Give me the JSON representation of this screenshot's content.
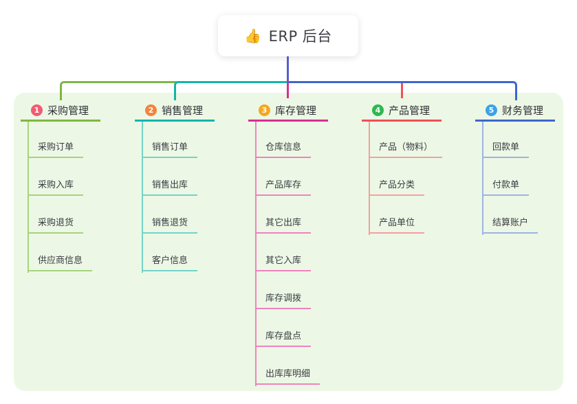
{
  "root": {
    "label": "ERP 后台",
    "icon": "👍"
  },
  "panel": {
    "background": "#ecf8e5"
  },
  "root_line_color": "#575cd1",
  "branches": [
    {
      "index": "1",
      "label": "采购管理",
      "badge_color": "#f25c73",
      "line_color": "#7eb73f",
      "child_line_color": "#a6d37c",
      "children": [
        "采购订单",
        "采购入库",
        "采购退货",
        "供应商信息"
      ]
    },
    {
      "index": "2",
      "label": "销售管理",
      "badge_color": "#f5823d",
      "line_color": "#13b5a9",
      "child_line_color": "#74d2c8",
      "children": [
        "销售订单",
        "销售出库",
        "销售退货",
        "客户信息"
      ]
    },
    {
      "index": "3",
      "label": "库存管理",
      "badge_color": "#f3a723",
      "line_color": "#d62f90",
      "child_line_color": "#ef82bd",
      "children": [
        "仓库信息",
        "产品库存",
        "其它出库",
        "其它入库",
        "库存调拨",
        "库存盘点",
        "出库库明细"
      ]
    },
    {
      "index": "4",
      "label": "产品管理",
      "badge_color": "#2eb853",
      "line_color": "#f05055",
      "child_line_color": "#f49fa2",
      "children": [
        "产品（物料）",
        "产品分类",
        "产品单位"
      ]
    },
    {
      "index": "5",
      "label": "财务管理",
      "badge_color": "#3ba2e8",
      "line_color": "#3c66cc",
      "child_line_color": "#9cb3e2",
      "children": [
        "回款单",
        "付款单",
        "结算账户"
      ]
    }
  ]
}
